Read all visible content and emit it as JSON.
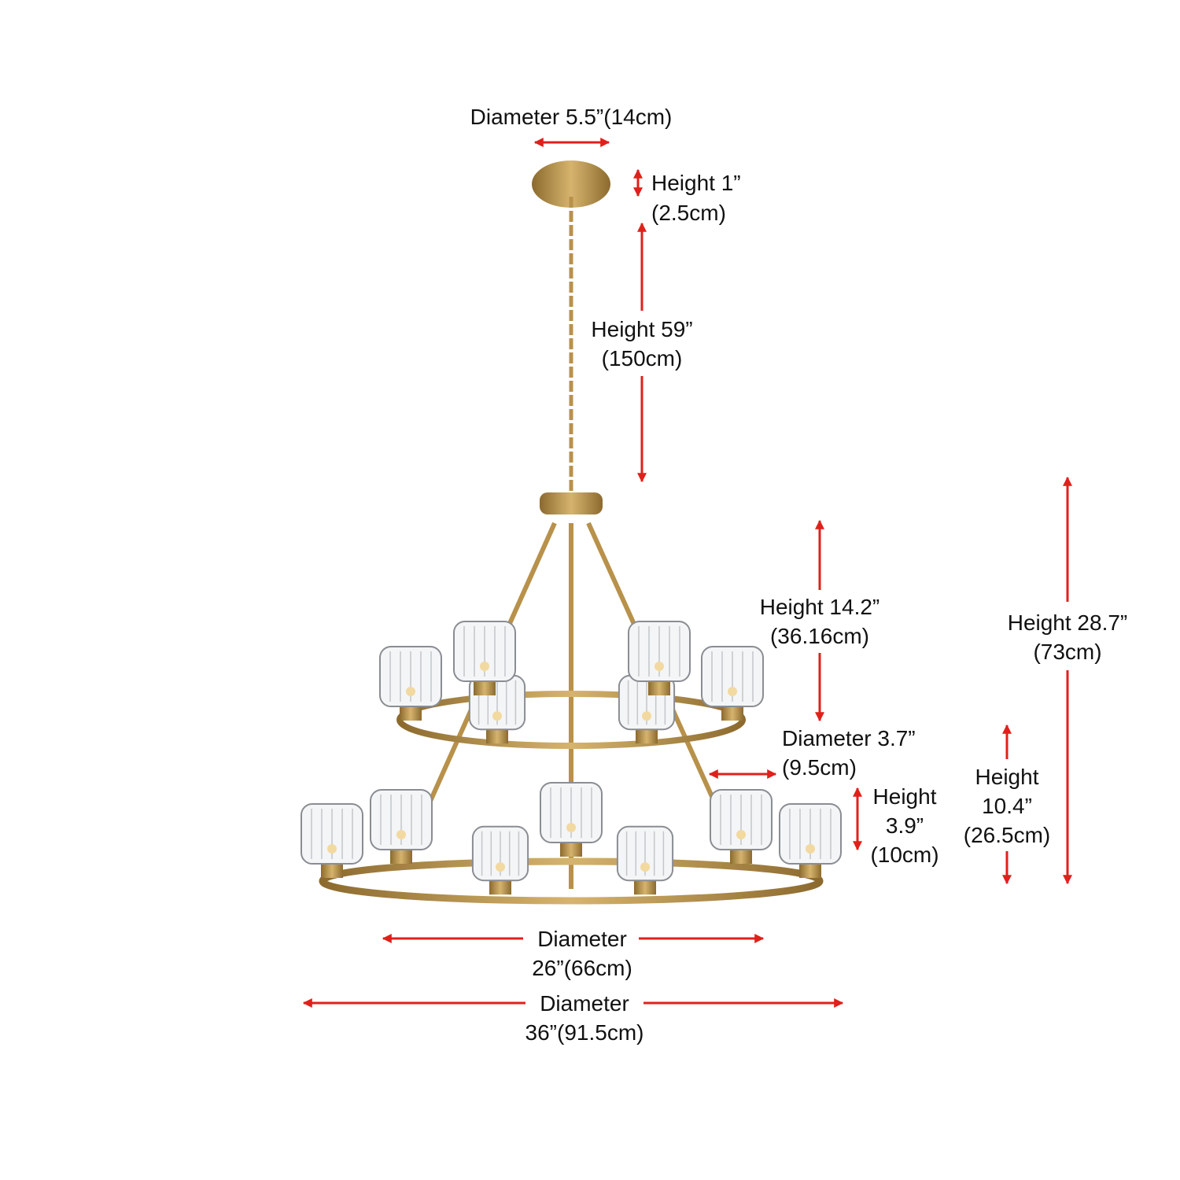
{
  "colors": {
    "arrow": "#e0201b",
    "brass": "#b8914a",
    "text": "#111111"
  },
  "dimensions": {
    "canopy_diameter": {
      "line1": "Diameter 5.5”(14cm)"
    },
    "canopy_height": {
      "line1": "Height 1”",
      "line2": "(2.5cm)"
    },
    "chain_height": {
      "line1": "Height 59”",
      "line2": "(150cm)"
    },
    "upper_height": {
      "line1": "Height 14.2”",
      "line2": "(36.16cm)"
    },
    "total_height": {
      "line1": "Height 28.7”",
      "line2": "(73cm)"
    },
    "shade_diameter": {
      "line1": "Diameter 3.7”",
      "line2": "(9.5cm)"
    },
    "shade_height": {
      "line1": "Height",
      "line2": "3.9”",
      "line3": "(10cm)"
    },
    "lower_height": {
      "line1": "Height",
      "line2": "10.4”",
      "line3": "(26.5cm)"
    },
    "upper_diameter": {
      "line1": "Diameter",
      "line2": "26”(66cm)"
    },
    "lower_diameter": {
      "line1": "Diameter",
      "line2": "36”(91.5cm)"
    }
  }
}
